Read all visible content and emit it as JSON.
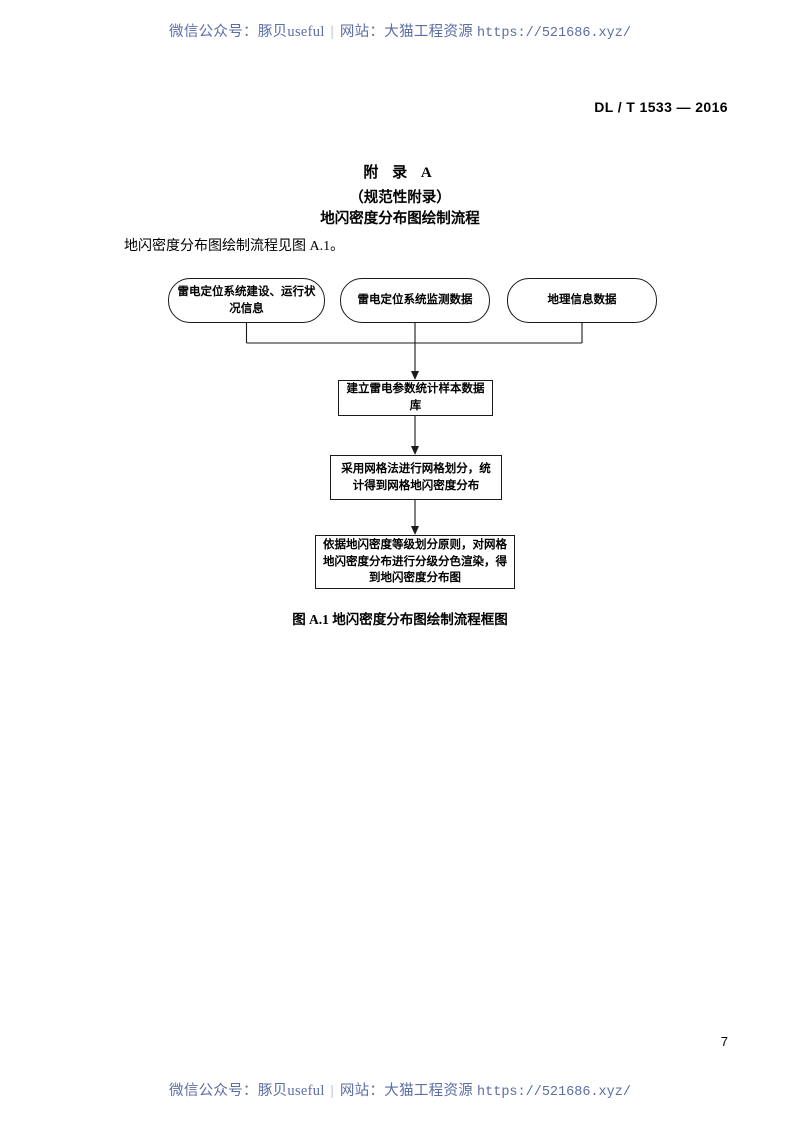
{
  "watermark": {
    "prefix": "微信公众号：豚贝useful",
    "separator": "|",
    "site_label": "网站：大猫工程资源",
    "url": "https://521686.xyz/",
    "color": "#5b6ea6"
  },
  "header": {
    "standard_number": "DL / T 1533 — 2016"
  },
  "titles": {
    "annex_label": "附 录 A",
    "annex_kind": "（规范性附录）",
    "annex_name": "地闪密度分布图绘制流程"
  },
  "body": {
    "intro": "地闪密度分布图绘制流程见图 A.1。"
  },
  "figure": {
    "caption": "图 A.1  地闪密度分布图绘制流程框图",
    "nodes": {
      "source_1": "雷电定位系统建设、运行状况信息",
      "source_2": "雷电定位系统监测数据",
      "source_3": "地理信息数据",
      "step_1": "建立雷电参数统计样本数据库",
      "step_2": "采用网格法进行网格划分，统计得到网格地闪密度分布",
      "step_3": "依据地闪密度等级划分原则，对网格地闪密度分布进行分级分色渲染，得到地闪密度分布图"
    },
    "line_color": "#1a1a1a"
  },
  "footer": {
    "page_number": "7"
  }
}
